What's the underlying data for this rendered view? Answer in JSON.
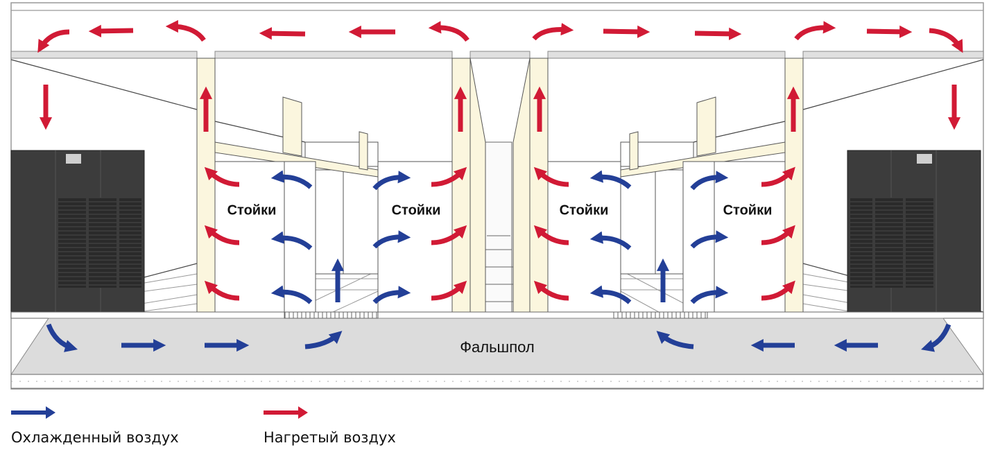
{
  "labels": {
    "racks": [
      "Стойки",
      "Стойки",
      "Стойки",
      "Стойки"
    ],
    "raised_floor": "Фальшпол"
  },
  "legend": [
    {
      "label": "Охлажденный воздух",
      "color": "#233f97",
      "icon": "arrow-right-icon"
    },
    {
      "label": "Нагретый воздух",
      "color": "#d11a35",
      "icon": "arrow-right-icon"
    }
  ],
  "colors": {
    "cold_air": "#233f97",
    "hot_air": "#d11a35",
    "floor": "#dcdcdc",
    "hot_aisle_partition": "#fbf6de",
    "crac_unit": "#3c3c3c"
  }
}
